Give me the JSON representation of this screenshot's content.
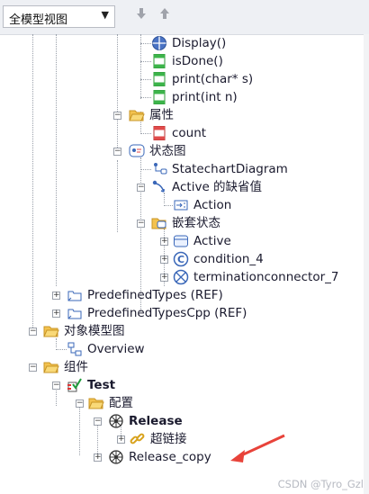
{
  "toolbar": {
    "view_select_value": "全模型视图",
    "up_label": "▲",
    "down_label": "▼"
  },
  "tree": {
    "ops": [
      "Display()",
      "isDone()",
      "print(char* s)",
      "print(int n)"
    ],
    "attrs_folder": "属性",
    "attr_count": "count",
    "statechart_folder": "状态图",
    "statechart_diagram": "StatechartDiagram",
    "active_default": "Active 的缺省值",
    "action": "Action",
    "nested_states": "嵌套状态",
    "state_active": "Active",
    "state_condition": "condition_4",
    "state_termination": "terminationconnector_7",
    "predef_types": "PredefinedTypes (REF)",
    "predef_types_cpp": "PredefinedTypesCpp (REF)",
    "object_model_diagrams": "对象模型图",
    "overview": "Overview",
    "components": "组件",
    "test": "Test",
    "config": "配置",
    "release": "Release",
    "hyperlink": "超链接",
    "release_copy": "Release_copy"
  },
  "watermark": "CSDN @Tyro_Gzl",
  "colors": {
    "toolbar_bg": "#eef0f4",
    "arrow_red": "#e8433a"
  }
}
